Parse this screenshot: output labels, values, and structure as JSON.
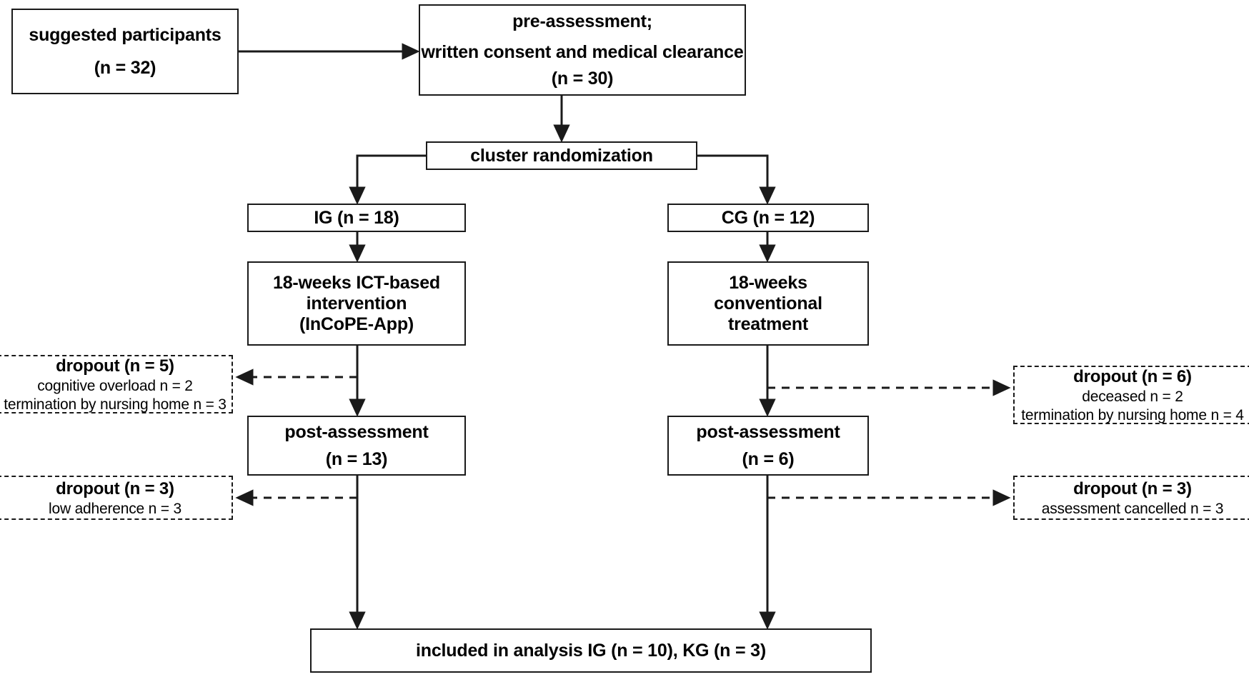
{
  "diagram": {
    "title": "CONSORT participant flow diagram",
    "line_color": "#1a1a1a",
    "background": "#ffffff"
  },
  "nodes": {
    "suggested_participants": {
      "name": "suggested-participants",
      "style": "solid",
      "lines": [
        "suggested participants",
        "(n = 32)"
      ]
    },
    "pre_assessment": {
      "name": "pre-assessment",
      "style": "solid",
      "lines": [
        "pre-assessment;",
        "written consent and medical clearance",
        "(n = 30)"
      ]
    },
    "cluster_randomization": {
      "name": "cluster-randomization",
      "style": "solid",
      "lines": [
        "cluster randomization"
      ]
    },
    "ig_group": {
      "name": "intervention-group",
      "style": "solid",
      "lines": [
        "IG (n = 18)"
      ]
    },
    "cg_group": {
      "name": "control-group",
      "style": "solid",
      "lines": [
        "CG (n = 12)"
      ]
    },
    "ig_intervention": {
      "name": "ig-intervention",
      "style": "solid",
      "lines": [
        "18-weeks ICT-based",
        "intervention",
        "(InCoPE-App)"
      ]
    },
    "cg_intervention": {
      "name": "cg-treatment",
      "style": "solid",
      "lines": [
        "18-weeks",
        "conventional",
        "treatment"
      ]
    },
    "ig_dropout_1": {
      "name": "ig-dropout-1",
      "style": "dashed",
      "heading": "dropout (n = 5)",
      "details": [
        "cognitive overload n = 2",
        "termination by nursing home n = 3"
      ]
    },
    "cg_dropout_1": {
      "name": "cg-dropout-1",
      "style": "dashed",
      "heading": "dropout (n = 6)",
      "details": [
        "deceased n = 2",
        "termination by nursing home n = 4"
      ]
    },
    "ig_post_assessment": {
      "name": "ig-post-assessment",
      "style": "solid",
      "lines": [
        "post-assessment",
        "(n = 13)"
      ]
    },
    "cg_post_assessment": {
      "name": "cg-post-assessment",
      "style": "solid",
      "lines": [
        "post-assessment",
        "(n = 6)"
      ]
    },
    "ig_dropout_2": {
      "name": "ig-dropout-2",
      "style": "dashed",
      "heading": "dropout (n = 3)",
      "details": [
        "low adherence n = 3"
      ]
    },
    "cg_dropout_2": {
      "name": "cg-dropout-2",
      "style": "dashed",
      "heading": "dropout (n = 3)",
      "details": [
        "assessment cancelled n = 3"
      ]
    },
    "included_analysis": {
      "name": "included-in-analysis",
      "style": "solid",
      "lines": [
        "included in analysis IG (n = 10), KG (n = 3)"
      ]
    }
  },
  "counts": {
    "suggested": 32,
    "pre_assessment": 30,
    "ig_randomized": 18,
    "cg_randomized": 12,
    "ig_dropout_1_total": 5,
    "ig_dropout_1_cognitive_overload": 2,
    "ig_dropout_1_nursing_home_termination": 3,
    "cg_dropout_1_total": 6,
    "cg_dropout_1_deceased": 2,
    "cg_dropout_1_nursing_home_termination": 4,
    "ig_post": 13,
    "cg_post": 6,
    "ig_dropout_2_total": 3,
    "ig_dropout_2_low_adherence": 3,
    "cg_dropout_2_total": 3,
    "cg_dropout_2_assessment_cancelled": 3,
    "ig_analyzed": 10,
    "kg_analyzed": 3
  }
}
